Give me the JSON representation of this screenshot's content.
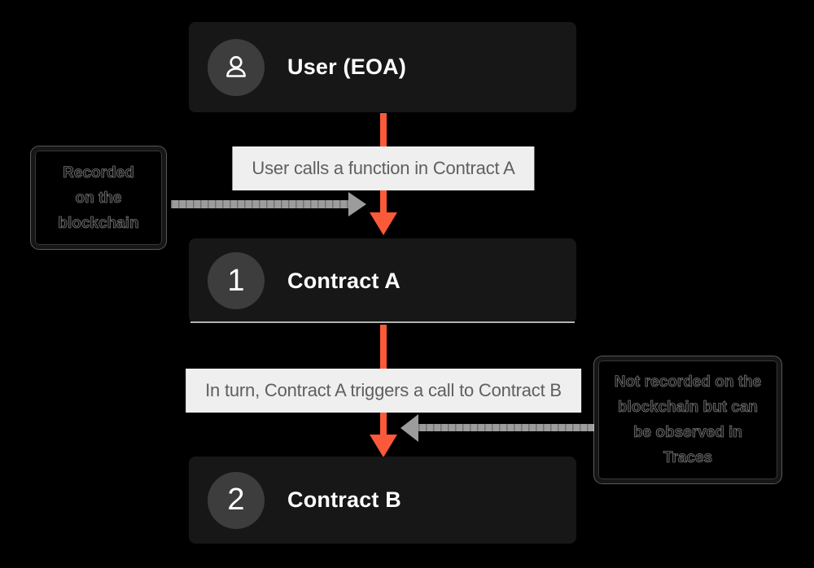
{
  "colors": {
    "background": "#000000",
    "node_fill": "#171717",
    "badge_fill": "#3d3d3d",
    "node_text": "#ffffff",
    "flow_label_bg": "#efefef",
    "flow_label_text": "#5f5f5f",
    "orange_arrow": "#fb5a3a",
    "gray_arrow": "#9c9c9c"
  },
  "nodes": {
    "user": {
      "label": "User (EOA)",
      "icon": "person-icon"
    },
    "contract_a": {
      "badge": "1",
      "label": "Contract A"
    },
    "contract_b": {
      "badge": "2",
      "label": "Contract B"
    }
  },
  "flow_labels": {
    "step1": "User calls a function in Contract A",
    "step2": "In turn, Contract A triggers a call to Contract B"
  },
  "notes": {
    "left": {
      "text": "Recorded on the blockchain",
      "lines": [
        "Recorded",
        "on the",
        "blockchain"
      ]
    },
    "right": {
      "text": "Not recorded on the blockchain but can be observed in Traces",
      "lines": [
        "Not recorded on the",
        "blockchain but can",
        "be observed in",
        "Traces"
      ]
    }
  }
}
